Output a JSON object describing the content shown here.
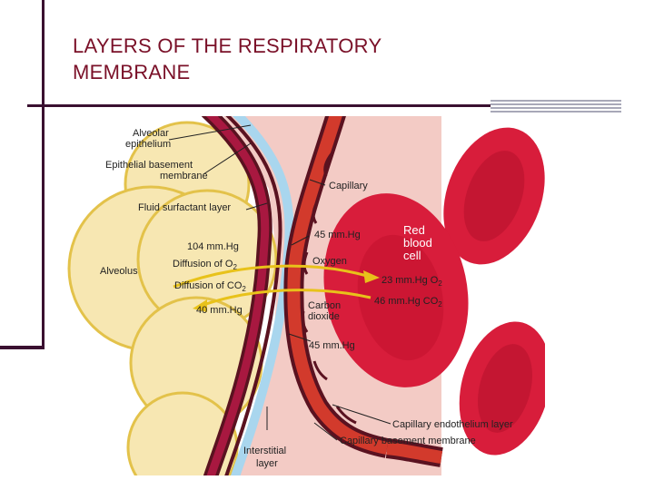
{
  "slide": {
    "title_line1": "LAYERS OF THE RESPIRATORY",
    "title_line2": "MEMBRANE"
  },
  "diagram": {
    "labels": {
      "alveolar_epithelium_1": "Alveolar",
      "alveolar_epithelium_2": "epithelium",
      "epithelial_basement_1": "Epithelial basement",
      "epithelial_basement_2": "membrane",
      "capillary": "Capillary",
      "fluid_surfactant": "Fluid surfactant layer",
      "pressure_45_top": "45 mm.Hg",
      "rbc_1": "Red",
      "rbc_2": "blood",
      "rbc_3": "cell",
      "pressure_104": "104 mm.Hg",
      "alveolus": "Alveolus",
      "diffusion_o2": "Diffusion of O",
      "diffusion_o2_sub": "2",
      "oxygen": "Oxygen",
      "pressure_23": "23 mm.Hg  O",
      "pressure_23_sub": "2",
      "diffusion_co2": "Diffusion of CO",
      "diffusion_co2_sub": "2",
      "carbon_dioxide_1": "Carbon",
      "carbon_dioxide_2": "dioxide",
      "pressure_46": "46 mm.Hg  CO",
      "pressure_46_sub": "2",
      "pressure_40": "40 mm.Hg",
      "pressure_45_bottom": "45 mm.Hg",
      "capillary_endothelium": "Capillary endothelium layer",
      "capillary_basement": "Capillary basement membrane",
      "interstitial_1": "Interstitial",
      "interstitial_2": "layer"
    },
    "colors": {
      "alveolus_fill": "#f7e7b2",
      "alveolus_border": "#e3c24a",
      "epithelium": "#a81840",
      "basement": "#5a1220",
      "fluid_layer": "#a9d6ee",
      "interstitial": "#f3cbc5",
      "endothelium": "#d23a2c",
      "red_cell": "#d81d3b",
      "arrow": "#e8c21a",
      "title": "#7a1028"
    }
  }
}
